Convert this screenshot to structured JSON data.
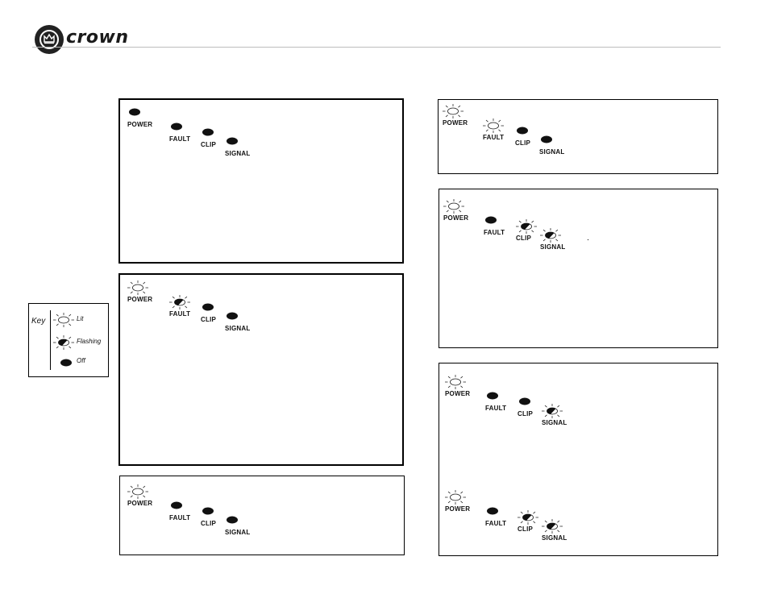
{
  "brand": {
    "name": "crown"
  },
  "labels": {
    "power": "POWER",
    "fault": "FAULT",
    "clip": "CLIP",
    "signal": "SIGNAL"
  },
  "key": {
    "title": "Key",
    "items": [
      {
        "state": "lit",
        "label": "Lit"
      },
      {
        "state": "flashing",
        "label": "Flashing"
      },
      {
        "state": "off",
        "label": "Off"
      }
    ]
  },
  "panels": [
    {
      "id": "left-1",
      "states": {
        "power": "off",
        "fault": "off",
        "clip": "off",
        "signal": "off"
      }
    },
    {
      "id": "left-2",
      "states": {
        "power": "lit",
        "fault": "flashing",
        "clip": "off",
        "signal": "off"
      }
    },
    {
      "id": "left-3",
      "states": {
        "power": "lit",
        "fault": "off",
        "clip": "off",
        "signal": "off"
      }
    },
    {
      "id": "right-1",
      "states": {
        "power": "lit",
        "fault": "lit",
        "clip": "off",
        "signal": "off"
      }
    },
    {
      "id": "right-2",
      "states": {
        "power": "lit",
        "fault": "off",
        "clip": "flashing",
        "signal": "flashing"
      }
    },
    {
      "id": "right-3a",
      "states": {
        "power": "lit",
        "fault": "off",
        "clip": "off",
        "signal": "flashing"
      }
    },
    {
      "id": "right-3b",
      "states": {
        "power": "lit",
        "fault": "off",
        "clip": "flashing",
        "signal": "flashing"
      }
    }
  ],
  "icon_names": {
    "lit": "led-lit-icon",
    "flashing": "led-flashing-icon",
    "off": "led-off-icon",
    "logo": "crown-logo-icon"
  }
}
